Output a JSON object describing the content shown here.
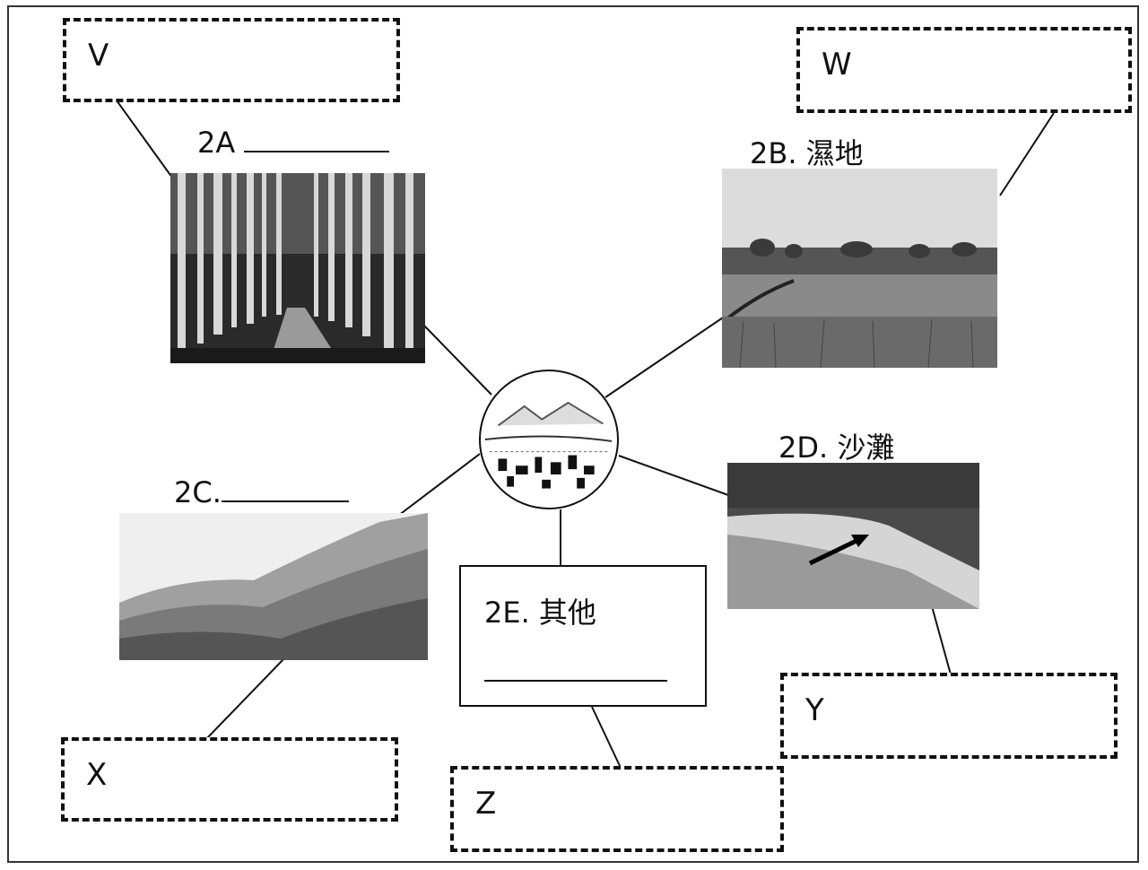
{
  "boxes": {
    "v": {
      "label": "V"
    },
    "w": {
      "label": "W"
    },
    "x": {
      "label": "X"
    },
    "y": {
      "label": "Y"
    },
    "z": {
      "label": "Z"
    }
  },
  "captions": {
    "a": {
      "code": "2A",
      "text": ""
    },
    "b": {
      "code": "2B.",
      "text": "濕地"
    },
    "c": {
      "code": "2C.",
      "text": ""
    },
    "d": {
      "code": "2D.",
      "text": "沙灘"
    },
    "e": {
      "code": "2E.",
      "text": "其他"
    }
  },
  "photos": {
    "a": {
      "subject": "forest",
      "color": "#3a3a3a"
    },
    "b": {
      "subject": "wetland pond",
      "color": "#9a9a9a"
    },
    "c": {
      "subject": "grassy hills",
      "color": "#7a7a7a"
    },
    "d": {
      "subject": "beach with arrow",
      "color": "#8a8a8a"
    }
  },
  "center": {
    "subject": "landscape sketch",
    "icon": "landscape-icon"
  },
  "colors": {
    "line": "#111111",
    "background": "#ffffff"
  }
}
